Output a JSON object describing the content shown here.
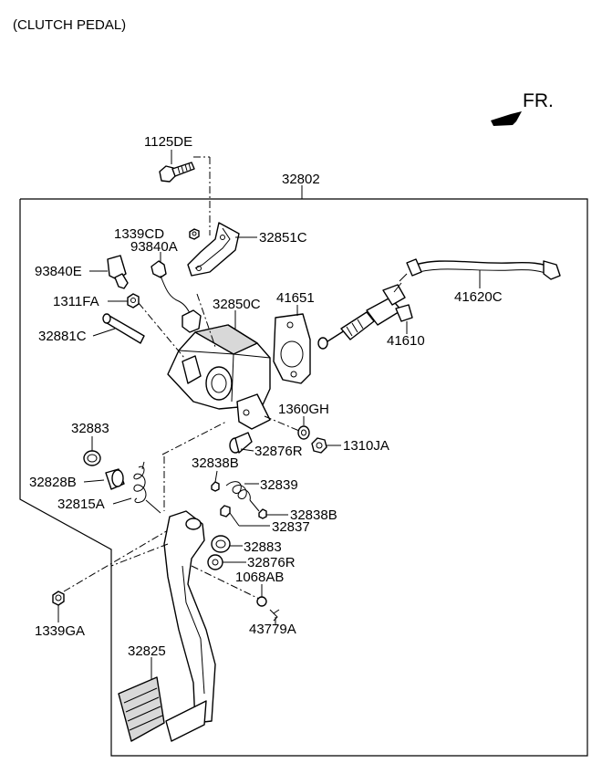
{
  "title": "(CLUTCH PEDAL)",
  "direction_label": "FR.",
  "assembly_label": "32802",
  "labels": {
    "p1125DE": "1125DE",
    "p1339CD": "1339CD",
    "p32851C": "32851C",
    "p93840A": "93840A",
    "p93840E": "93840E",
    "p1311FA": "1311FA",
    "p32850C": "32850C",
    "p32881C": "32881C",
    "p41651": "41651",
    "p41620C": "41620C",
    "p41610": "41610",
    "p1360GH": "1360GH",
    "p1310JA": "1310JA",
    "p32876R_a": "32876R",
    "p32883_a": "32883",
    "p32828B": "32828B",
    "p32815A": "32815A",
    "p32838B_a": "32838B",
    "p32839": "32839",
    "p32838B_b": "32838B",
    "p32837": "32837",
    "p32883_b": "32883",
    "p32876R_b": "32876R",
    "p1068AB": "1068AB",
    "p43779A": "43779A",
    "p1339GA": "1339GA",
    "p32825": "32825"
  }
}
